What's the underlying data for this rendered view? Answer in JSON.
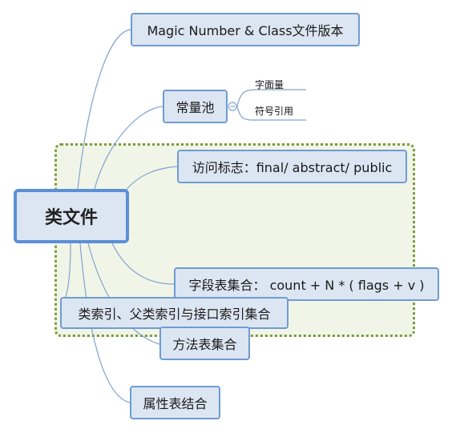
{
  "diagram": {
    "root": "类文件",
    "branches": [
      "Magic Number & Class文件版本",
      "常量池",
      "访问标志：final/ abstract/ public",
      "字段表集合：  count + N * ( flags + v )",
      "类索引、父类索引与接口索引集合",
      "方法表集合",
      "属性表结合"
    ],
    "constant_pool_children": [
      "字面量",
      "符号引用"
    ],
    "colors": {
      "node_fill": "#dce6f2",
      "node_border": "#6f9bd1",
      "connector": "#7fa3cf",
      "highlight_border": "#7a9a3c",
      "highlight_fill": "#f1f5e7"
    }
  }
}
